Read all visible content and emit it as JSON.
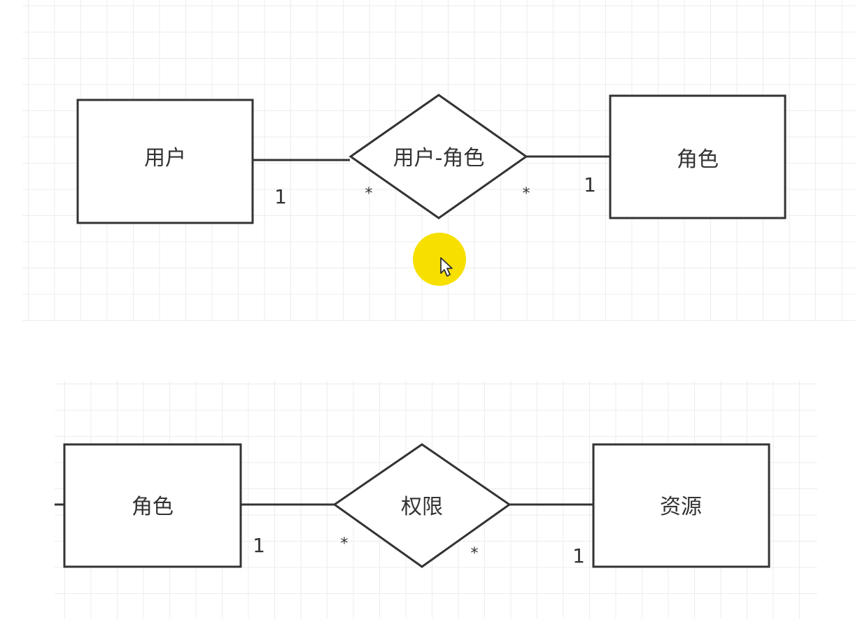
{
  "colors": {
    "stroke": "#333333",
    "grid": "#ececec",
    "cursor_highlight": "#f7e000",
    "background": "#ffffff"
  },
  "diagram_top": {
    "entity_left": {
      "label": "用户"
    },
    "relationship": {
      "label": "用户-角色"
    },
    "entity_right": {
      "label": "角色"
    },
    "multiplicity": {
      "left_entity_end": "1",
      "relationship_left_end": "*",
      "relationship_right_end": "*",
      "right_entity_end": "1"
    }
  },
  "diagram_bottom": {
    "entity_left": {
      "label": "角色"
    },
    "relationship": {
      "label": "权限"
    },
    "entity_right": {
      "label": "资源"
    },
    "multiplicity": {
      "left_entity_end": "1",
      "relationship_left_end": "*",
      "relationship_right_end": "*",
      "right_entity_end": "1"
    }
  },
  "cursor": {
    "icon": "mouse-pointer-icon"
  }
}
